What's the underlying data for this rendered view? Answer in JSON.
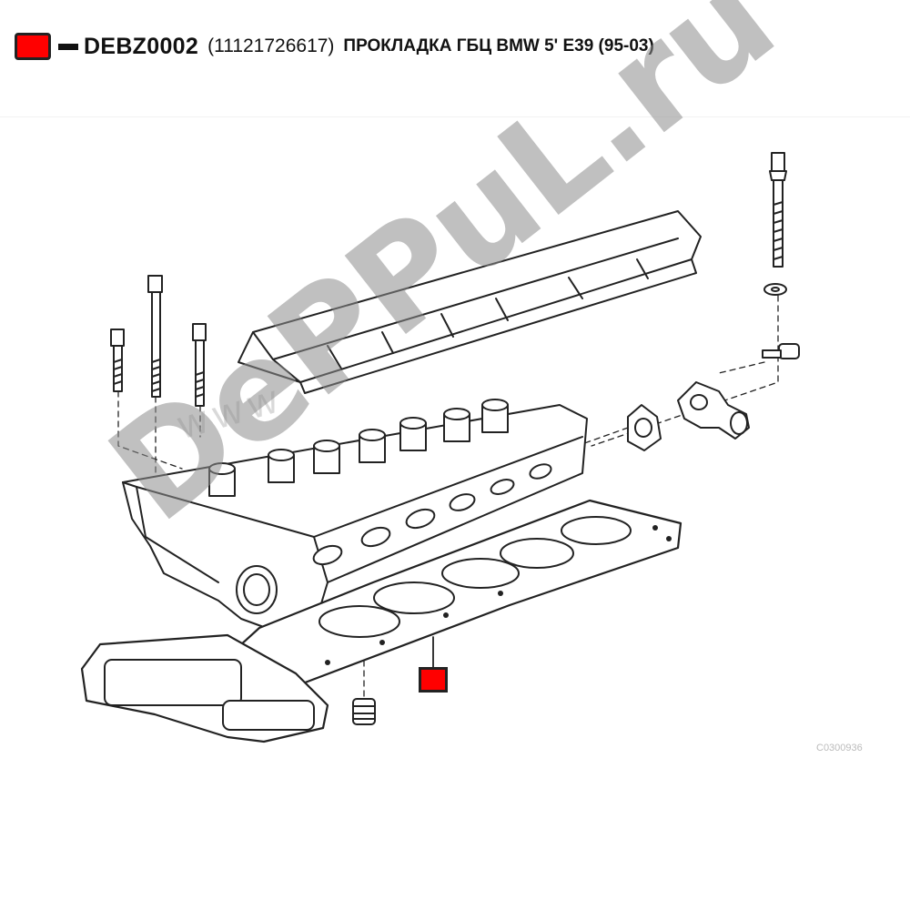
{
  "header": {
    "marker_color": "#ff0000",
    "code": "DEBZ0002",
    "part_number": "(11121726617)",
    "description": "ПРОКЛАДКА ГБЦ BMW 5' E39 (95-03)"
  },
  "watermark": {
    "text": "DePPuL.ru",
    "www_text": "www"
  },
  "diagram": {
    "reference_code": "C0300936",
    "callout_color": "#ff0000",
    "callout_target": "head-gasket"
  }
}
